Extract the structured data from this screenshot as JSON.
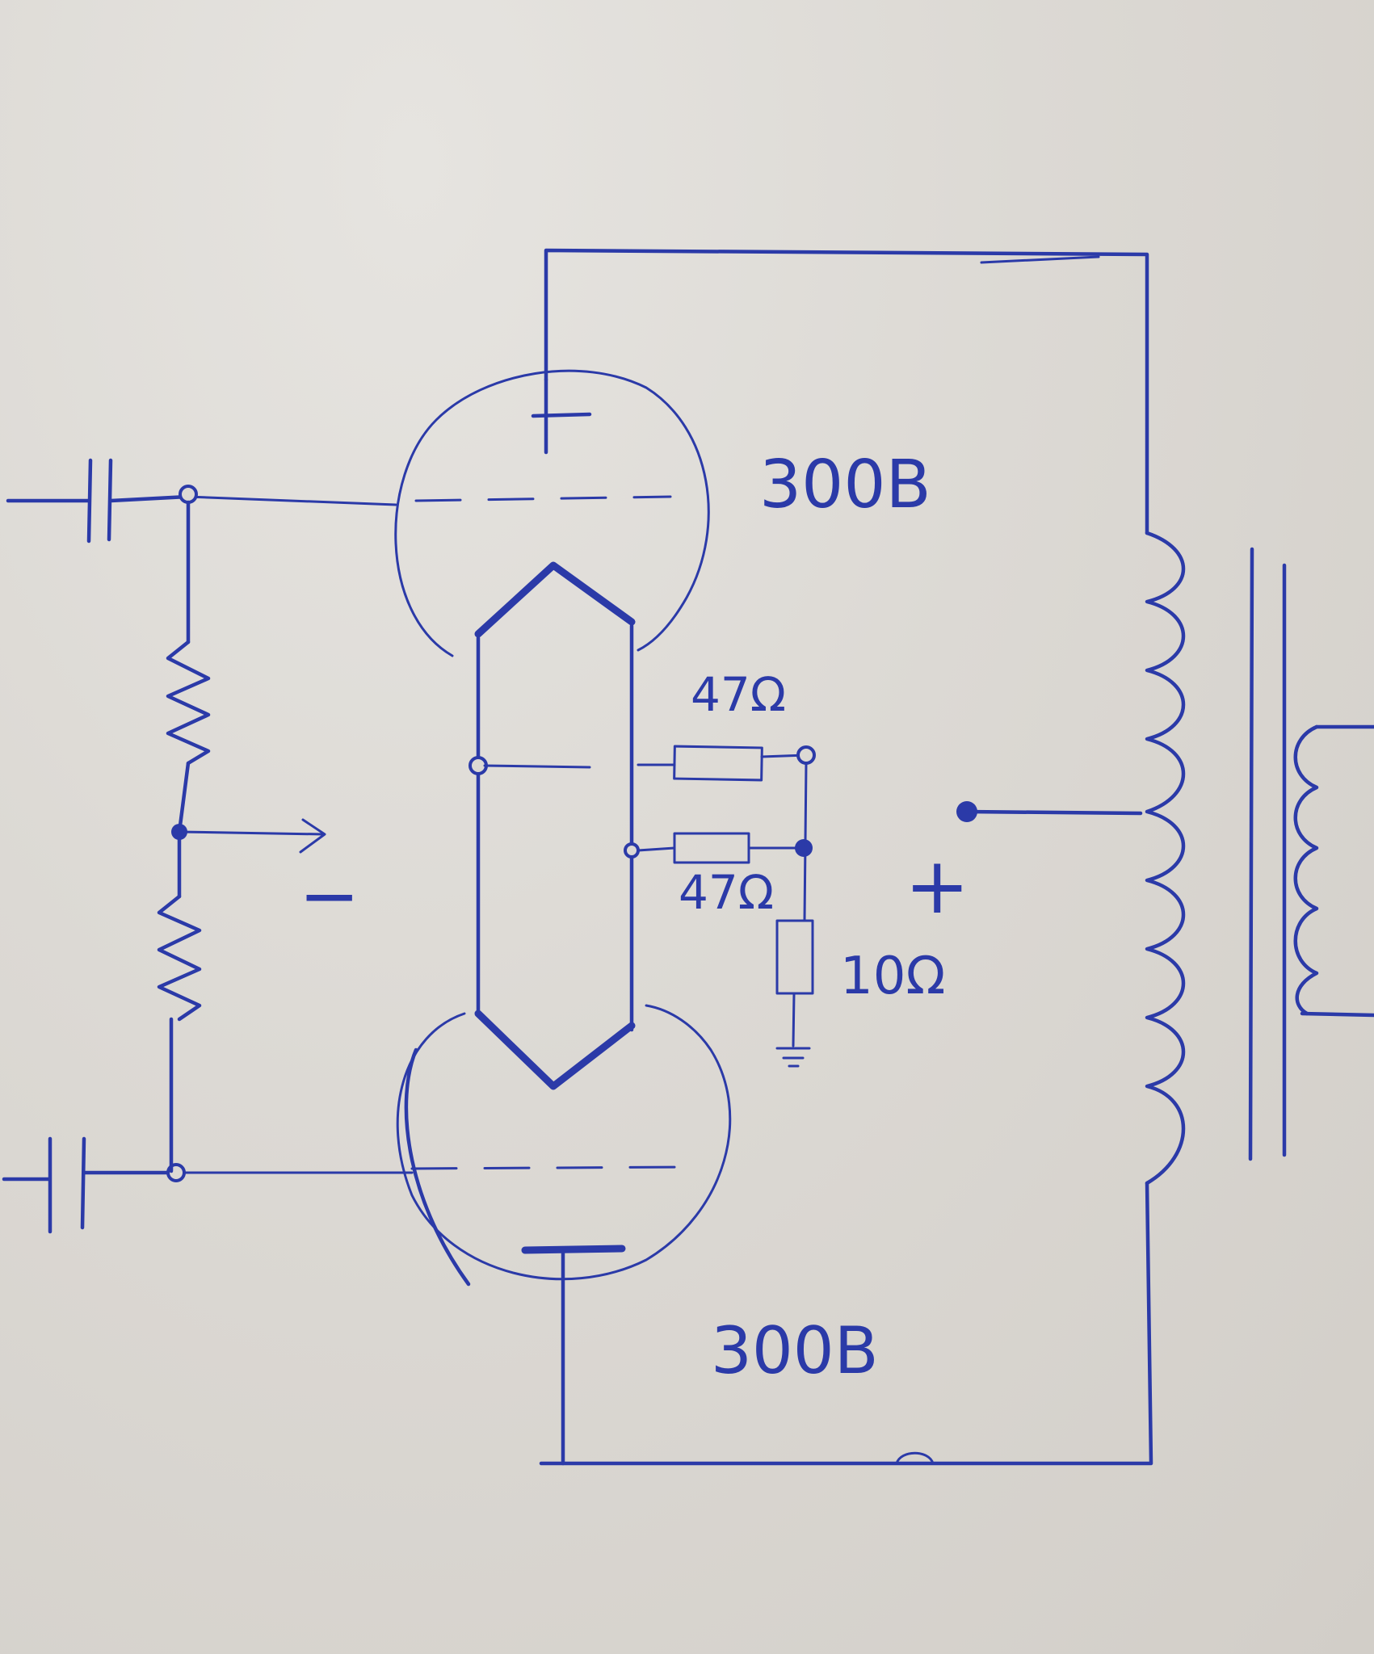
{
  "labels": {
    "upper_tube": "300B",
    "lower_tube": "300B",
    "filament_resistor_top": "47Ω",
    "filament_resistor_bottom": "47Ω",
    "ground_resistor": "10Ω",
    "bias_minus": "−",
    "supply_plus": "+"
  },
  "ink_color": "#2b3aa8"
}
